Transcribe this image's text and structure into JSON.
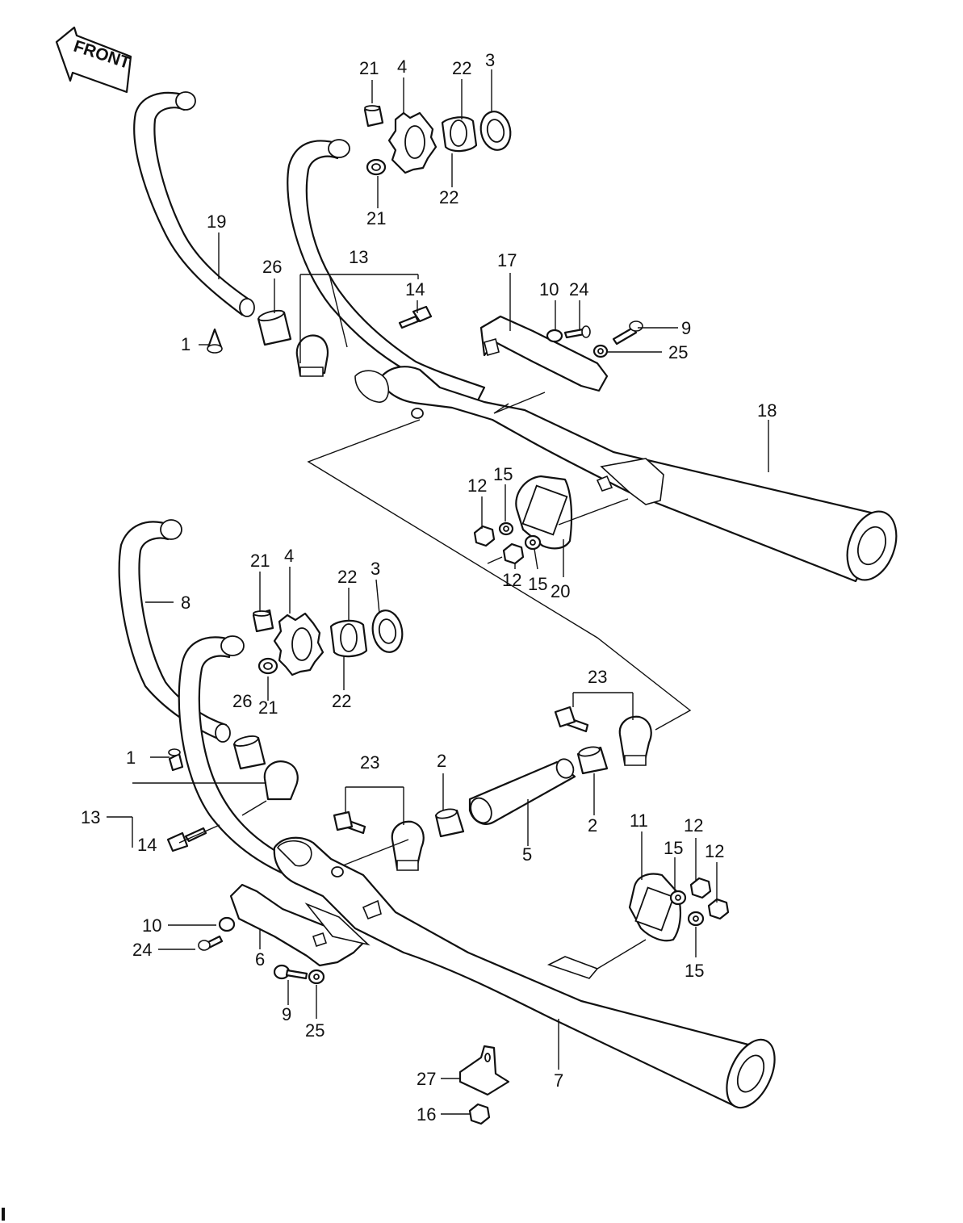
{
  "direction_label": "FRONT",
  "callouts": {
    "c1": "21",
    "c2": "4",
    "c3": "22",
    "c4": "3",
    "c5": "22",
    "c6": "21",
    "c7": "19",
    "c8": "26",
    "c9": "13",
    "c10": "14",
    "c11": "1",
    "c12": "17",
    "c13": "10",
    "c14": "24",
    "c15": "9",
    "c16": "25",
    "c17": "18",
    "c18": "12",
    "c19": "15",
    "c20": "12",
    "c21": "15",
    "c22": "20",
    "c23": "8",
    "c24": "21",
    "c25": "4",
    "c26": "22",
    "c27": "3",
    "c28": "22",
    "c29": "26",
    "c30": "21",
    "c31": "23",
    "c32": "1",
    "c33": "13",
    "c34": "14",
    "c35": "23",
    "c36": "2",
    "c37": "2",
    "c38": "5",
    "c39": "11",
    "c40": "12",
    "c41": "15",
    "c42": "12",
    "c43": "15",
    "c44": "10",
    "c45": "24",
    "c46": "6",
    "c47": "9",
    "c48": "25",
    "c49": "7",
    "c50": "27",
    "c51": "16"
  }
}
